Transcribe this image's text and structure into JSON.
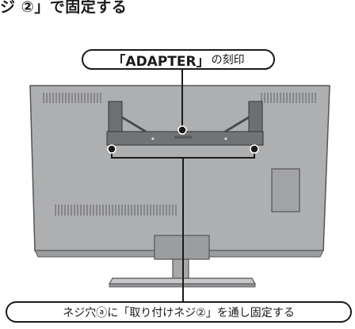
{
  "heading": "ジ ②」で固定する",
  "callouts": {
    "adapter": {
      "bold": "「ADAPTER」",
      "normal": "の刻印"
    },
    "instruction": "ネジ穴ⓐに「取り付けネジ②」を通し固定する"
  },
  "colors": {
    "tv_body": "#aeafb1",
    "tv_shade": "#8f9092",
    "bracket": "#6e6f71",
    "line": "#1a1a1a"
  }
}
